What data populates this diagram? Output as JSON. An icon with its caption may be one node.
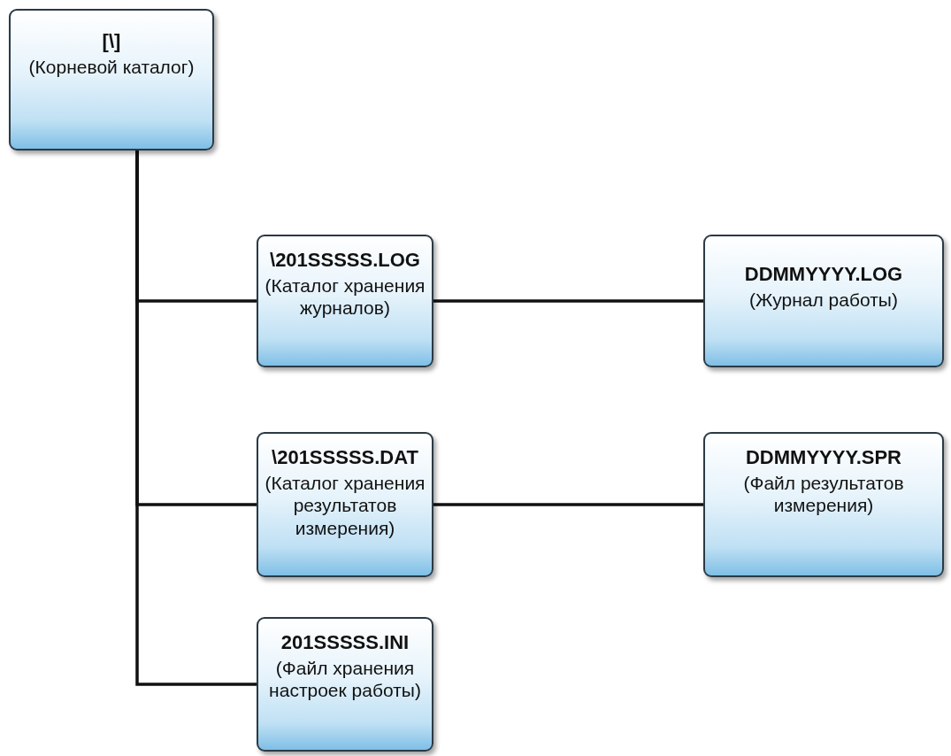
{
  "diagram": {
    "nodes": [
      {
        "text": [
          "[\\]",
          "(Корневой каталог)"
        ]
      },
      {
        "text": [
          "\\201SSSSS.LOG",
          "(Каталог хранения журналов)"
        ]
      },
      {
        "text": [
          "\\201SSSSS.DAT",
          "(Каталог хранения результатов измерения)"
        ]
      },
      {
        "text": [
          "201SSSSS.INI",
          "(Файл хранения настроек работы)"
        ]
      },
      {
        "text": [
          "DDMMYYYY.LOG",
          "(Журнал работы)"
        ]
      },
      {
        "text": [
          "DDMMYYYY.SPR",
          "(Файл результатов измерения)"
        ]
      }
    ],
    "edges": [
      {
        "from": 0,
        "to": 1,
        "arrow": "none"
      },
      {
        "from": 0,
        "to": 2,
        "arrow": "none"
      },
      {
        "from": 0,
        "to": 3,
        "arrow": "none"
      },
      {
        "from": 1,
        "to": 4,
        "arrow": "none"
      },
      {
        "from": 2,
        "to": 5,
        "arrow": "none"
      }
    ]
  }
}
